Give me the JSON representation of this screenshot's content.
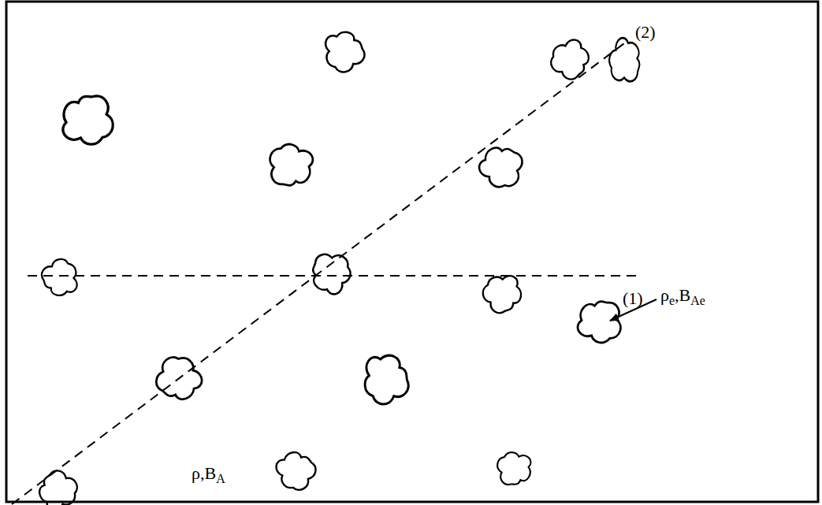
{
  "diagram": {
    "labels": [
      "(2)",
      "(1)",
      "ρ",
      "e",
      ",B",
      "Ae",
      "ρ",
      ",B",
      "A"
    ]
  }
}
